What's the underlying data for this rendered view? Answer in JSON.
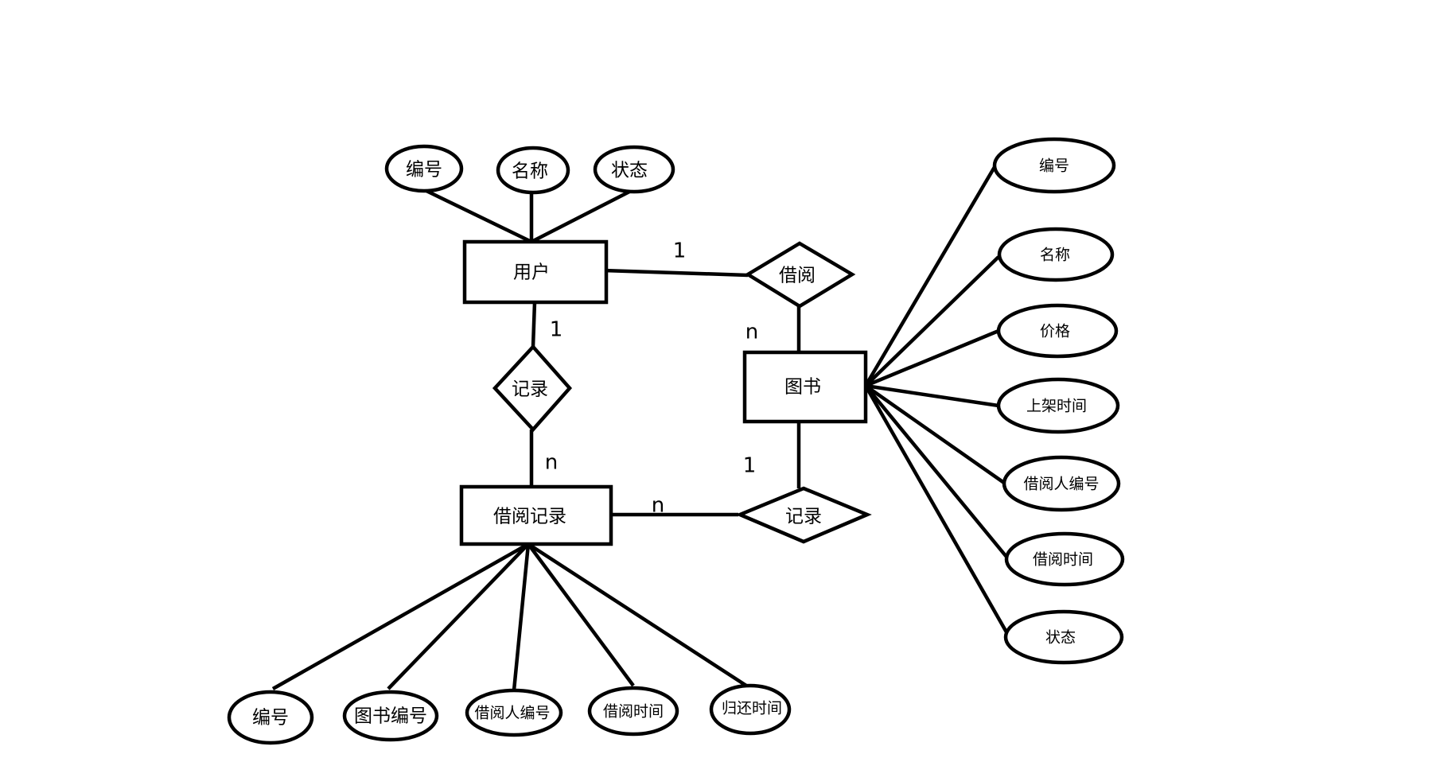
{
  "entities": {
    "user": "用户",
    "book": "图书",
    "borrow_record": "借阅记录"
  },
  "relationships": {
    "borrow": "借阅",
    "record_user": "记录",
    "record_book": "记录"
  },
  "cardinalities": {
    "user_borrow": "1",
    "borrow_book": "n",
    "user_record": "1",
    "record_borrowrecord": "n",
    "book_record": "1",
    "record_borrowrecord_right": "n"
  },
  "user_attributes": [
    "编号",
    "名称",
    "状态"
  ],
  "book_attributes": [
    "编号",
    "名称",
    "价格",
    "上架时间",
    "借阅人编号",
    "借阅时间",
    "状态"
  ],
  "record_attributes": [
    "编号",
    "图书编号",
    "借阅人编号",
    "借阅时间",
    "归还时间"
  ]
}
